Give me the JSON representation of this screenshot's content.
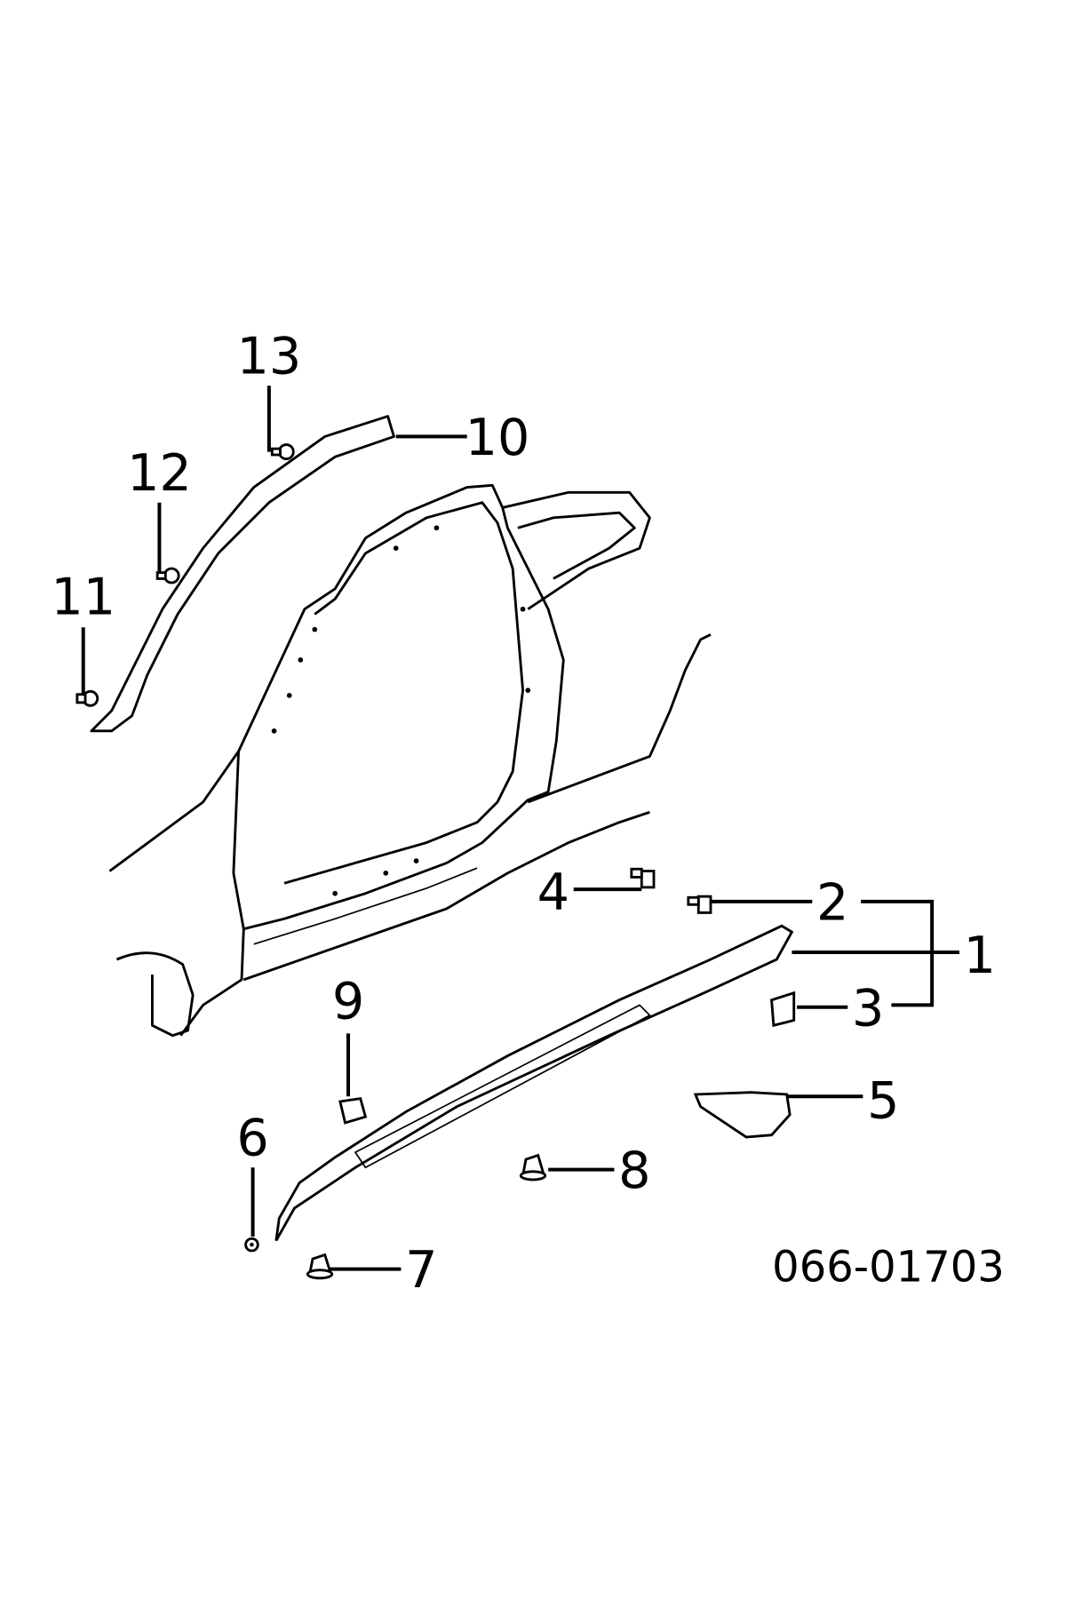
{
  "diagram_id": "066-01703",
  "callouts": [
    {
      "label": "1"
    },
    {
      "label": "2"
    },
    {
      "label": "3"
    },
    {
      "label": "4"
    },
    {
      "label": "5"
    },
    {
      "label": "6"
    },
    {
      "label": "7"
    },
    {
      "label": "8"
    },
    {
      "label": "9"
    },
    {
      "label": "10"
    },
    {
      "label": "11"
    },
    {
      "label": "12"
    },
    {
      "label": "13"
    }
  ]
}
